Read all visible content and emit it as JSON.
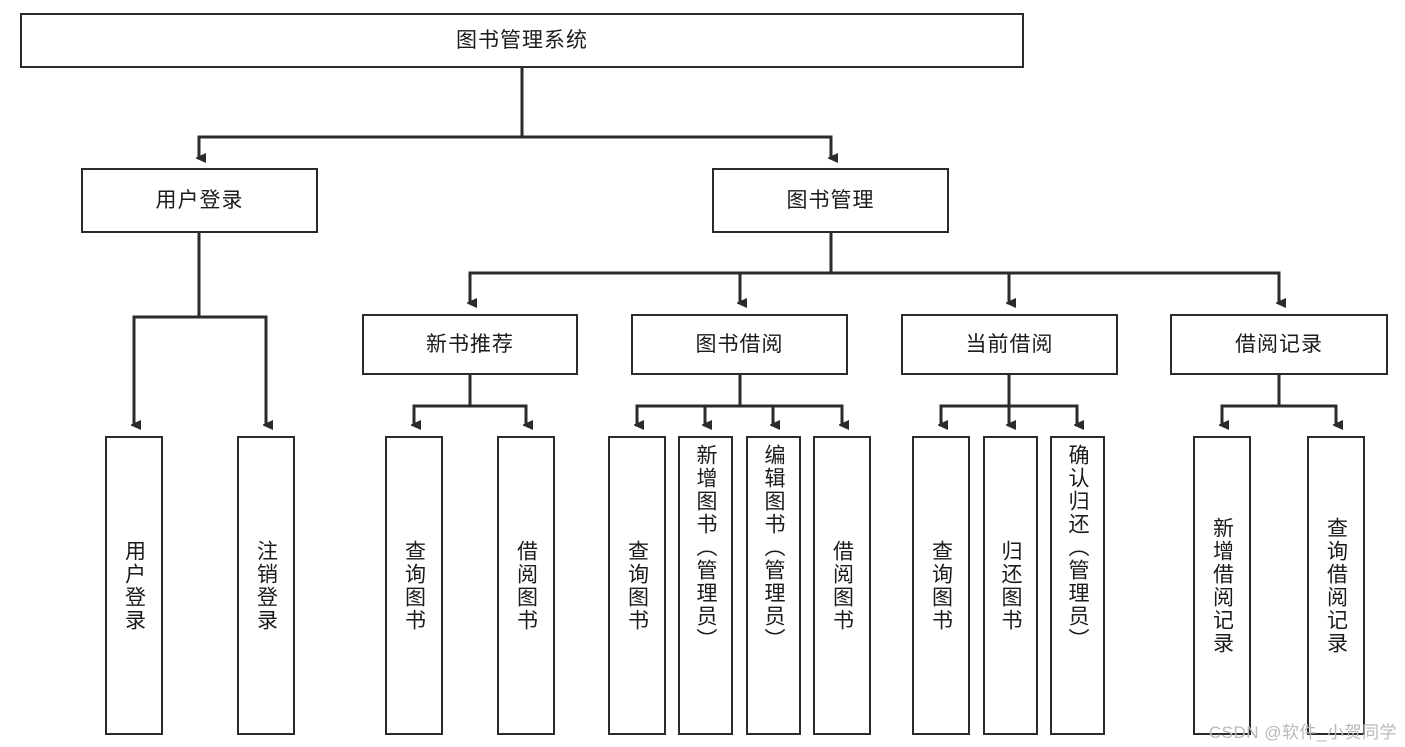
{
  "diagram": {
    "title": "图书管理系统",
    "type": "hierarchy-tree",
    "watermark": "CSDN @软件_小贺同学",
    "colors": {
      "border": "#2b2b2b",
      "fill": "#ffffff",
      "text": "#1b1b1b",
      "watermark": "#b9b9b9"
    },
    "nodes": {
      "root": "图书管理系统",
      "level2": {
        "user_login": "用户登录",
        "book_manage": "图书管理"
      },
      "level3": {
        "new_book_rec": "新书推荐",
        "book_borrow": "图书借阅",
        "current_borrow": "当前借阅",
        "borrow_record": "借阅记录"
      },
      "leaves": {
        "user_login_1": "用户登录",
        "user_login_2": "注销登录",
        "new_book_rec_1": "查询图书",
        "new_book_rec_2": "借阅图书",
        "book_borrow_1": "查询图书",
        "book_borrow_2": "新增图书（管理员）",
        "book_borrow_3": "编辑图书（管理员）",
        "book_borrow_4": "借阅图书",
        "current_borrow_1": "查询图书",
        "current_borrow_2": "归还图书",
        "current_borrow_3": "确认归还（管理员）",
        "borrow_record_1": "新增借阅记录",
        "borrow_record_2": "查询借阅记录"
      }
    }
  }
}
